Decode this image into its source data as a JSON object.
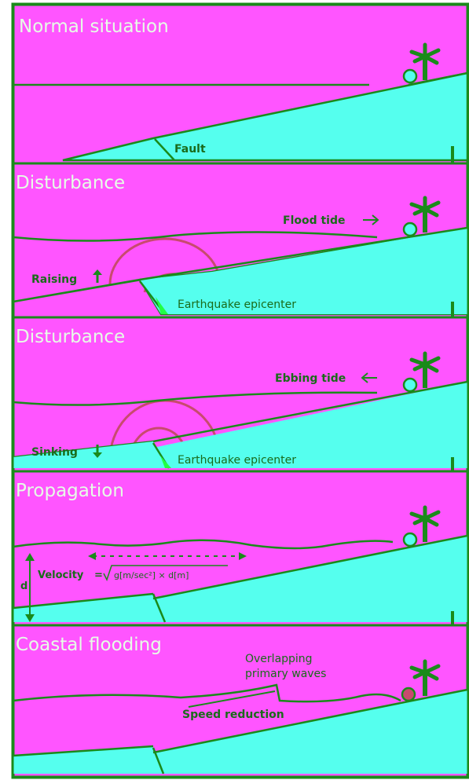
{
  "colors": {
    "sea": "#ff55ff",
    "land": "#55ffee",
    "outline": "#1a8a1a",
    "text": "#1a6b1a",
    "title_text": "#e6ffe6",
    "wave_rings": "#c84a6e"
  },
  "panels": [
    {
      "title": "Normal situation",
      "labels": {
        "fault": "Fault"
      }
    },
    {
      "title": "Disturbance",
      "labels": {
        "tide": "Flood tide",
        "motion": "Raising",
        "epicenter": "Earthquake epicenter"
      }
    },
    {
      "title": "Disturbance",
      "labels": {
        "tide": "Ebbing tide",
        "motion": "Sinking",
        "epicenter": "Earthquake epicenter"
      }
    },
    {
      "title": "Propagation",
      "labels": {
        "depth": "d",
        "velocity": "Velocity",
        "formula": "g[m/sec²] × d[m]"
      }
    },
    {
      "title": "Coastal flooding",
      "labels": {
        "overlap_line1": "Overlapping",
        "overlap_line2": "primary waves",
        "speed": "Speed reduction"
      }
    }
  ],
  "icons": [
    "tree-icon",
    "bush-icon",
    "down-arrow-icon",
    "up-arrow-icon",
    "right-arrow-icon",
    "left-arrow-icon"
  ]
}
